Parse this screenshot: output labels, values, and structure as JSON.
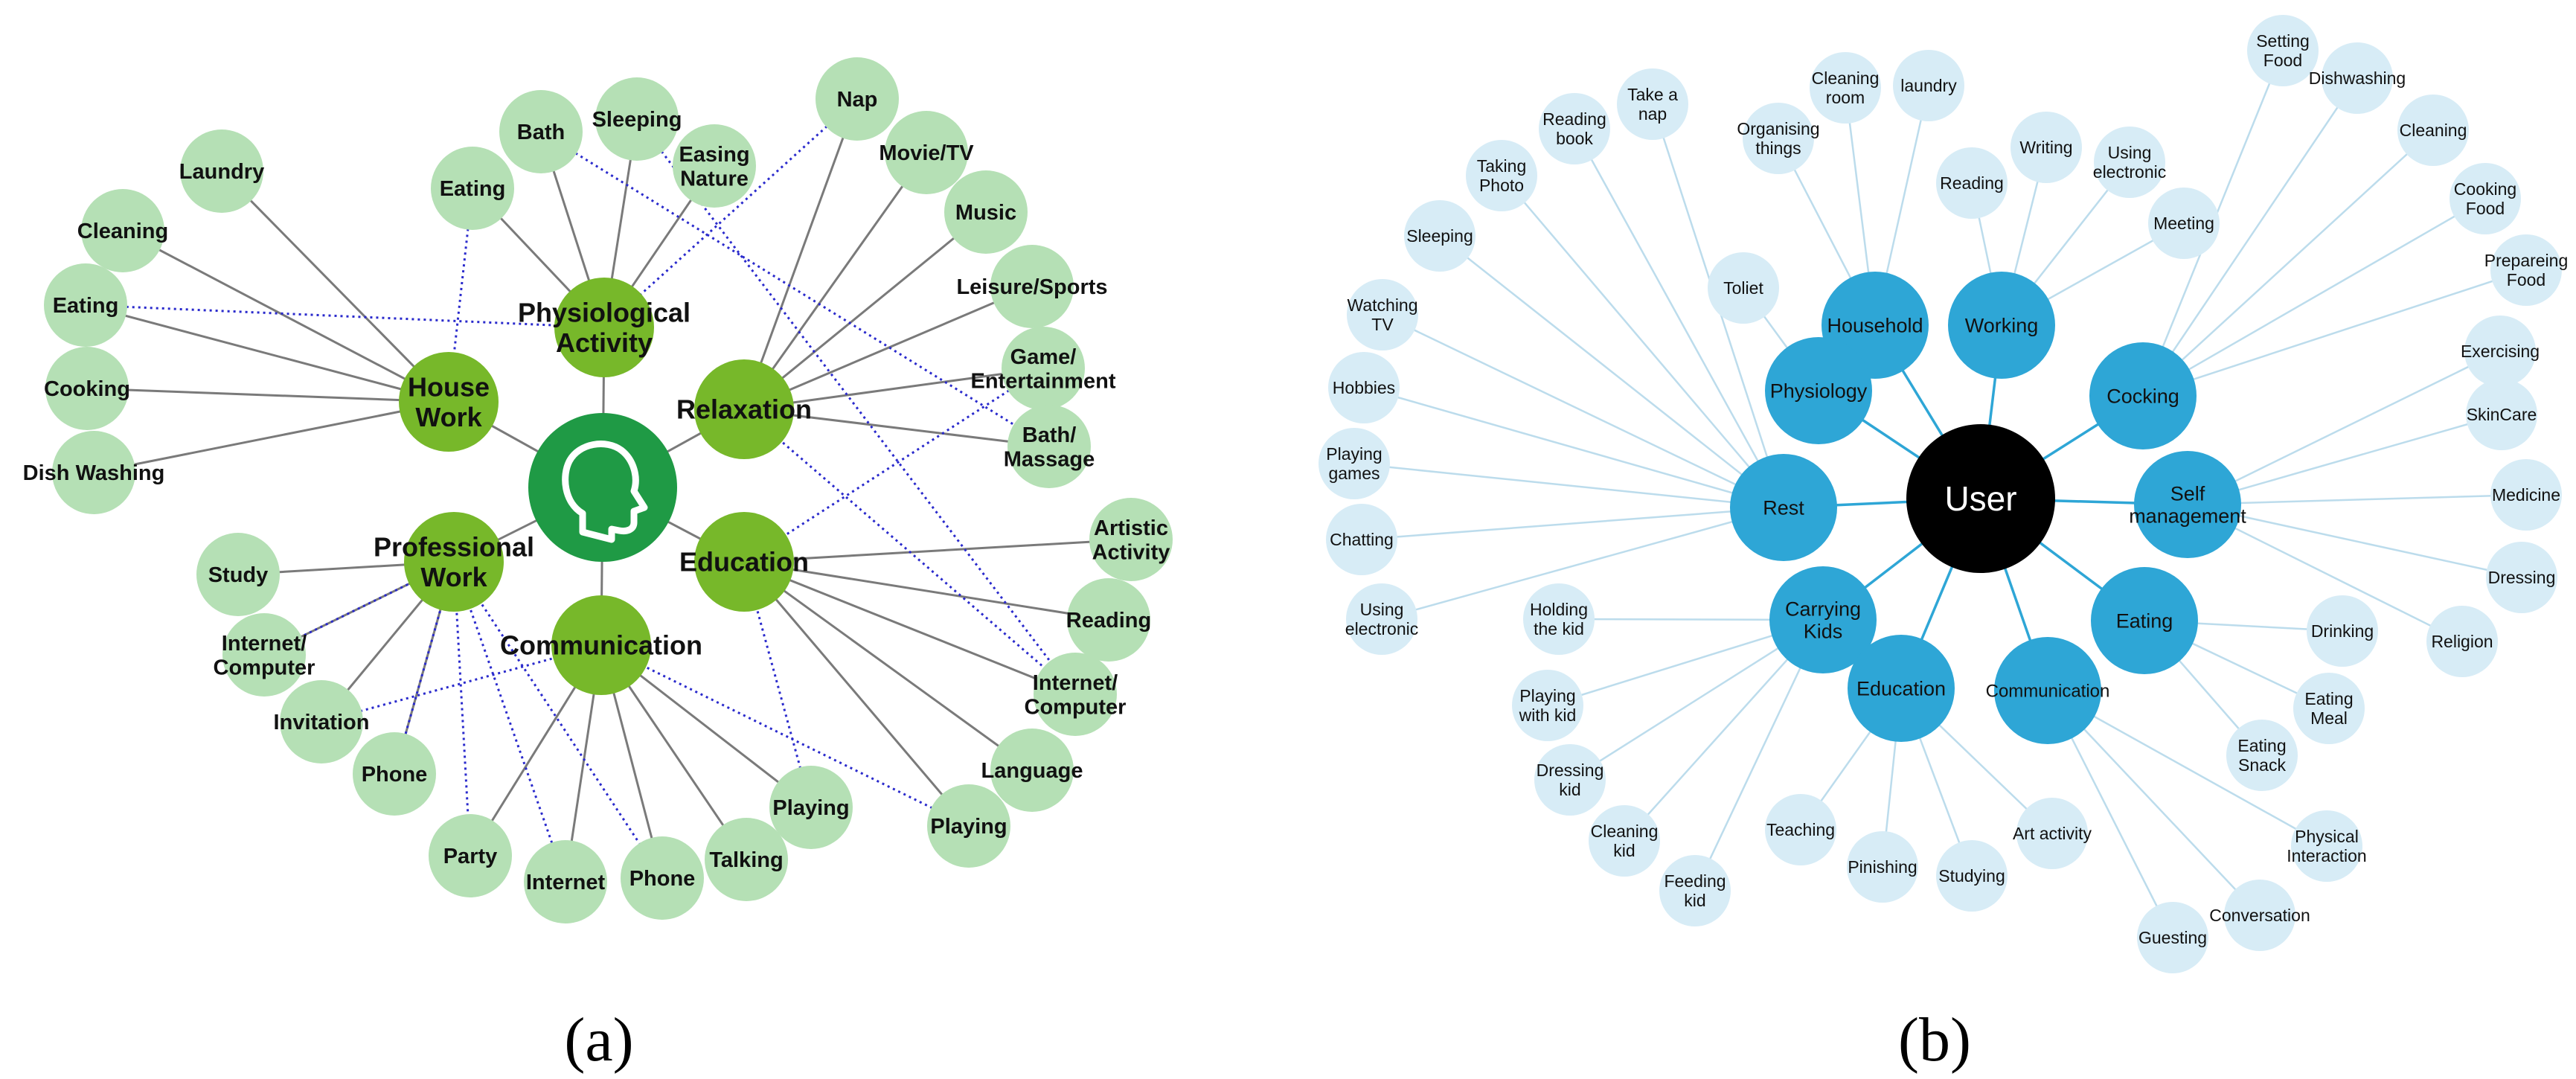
{
  "panel_a": {
    "caption": "(a)",
    "center_icon": "head-profile-icon",
    "categories": {
      "physio": [
        "Physiological",
        "Activity"
      ],
      "house": [
        "House",
        "Work"
      ],
      "relax": [
        "Relaxation"
      ],
      "prof": [
        "Professional",
        "Work"
      ],
      "edu": [
        "Education"
      ],
      "comm": [
        "Communication"
      ]
    },
    "leaves": {
      "laundry": [
        "Laundry"
      ],
      "cleaning": [
        "Cleaning"
      ],
      "eatingH": [
        "Eating"
      ],
      "cooking": [
        "Cooking"
      ],
      "dishwashing": [
        "Dish Washing"
      ],
      "eatingP": [
        "Eating"
      ],
      "bath": [
        "Bath"
      ],
      "sleeping": [
        "Sleeping"
      ],
      "easing": [
        "Easing",
        "Nature"
      ],
      "nap": [
        "Nap"
      ],
      "movie": [
        "Movie/TV"
      ],
      "music": [
        "Music"
      ],
      "leisure": [
        "Leisure/Sports"
      ],
      "game": [
        "Game/",
        "Entertainment"
      ],
      "bathmassage": [
        "Bath/",
        "Massage"
      ],
      "artistic": [
        "Artistic",
        "Activity"
      ],
      "readingA": [
        "Reading"
      ],
      "internetE": [
        "Internet/",
        "Computer"
      ],
      "language": [
        "Language"
      ],
      "playingE": [
        "Playing"
      ],
      "playingC": [
        "Playing"
      ],
      "talking": [
        "Talking"
      ],
      "phoneC": [
        "Phone"
      ],
      "internetC": [
        "Internet"
      ],
      "party": [
        "Party"
      ],
      "phoneP": [
        "Phone"
      ],
      "invitation": [
        "Invitation"
      ],
      "internetP": [
        "Internet/",
        "Computer"
      ],
      "study": [
        "Study"
      ]
    }
  },
  "panel_b": {
    "caption": "(b)",
    "center": "User",
    "categories": {
      "household": [
        "Household"
      ],
      "working": [
        "Working"
      ],
      "physiology": [
        "Physiology"
      ],
      "cocking": [
        "Cocking"
      ],
      "rest": [
        "Rest"
      ],
      "self": [
        "Self",
        "management"
      ],
      "carrying": [
        "Carrying",
        "Kids"
      ],
      "eatingB": [
        "Eating"
      ],
      "education": [
        "Education"
      ],
      "communication": [
        "Communication"
      ]
    },
    "leaves": {
      "takeNap": [
        "Take a",
        "nap"
      ],
      "readingBook": [
        "Reading",
        "book"
      ],
      "takingPhoto": [
        "Taking",
        "Photo"
      ],
      "sleepingB": [
        "Sleeping"
      ],
      "watchingTV": [
        "Watching",
        "TV"
      ],
      "hobbies": [
        "Hobbies"
      ],
      "playingGames": [
        "Playing",
        "games"
      ],
      "chatting": [
        "Chatting"
      ],
      "usingElecRest": [
        "Using",
        "electronic"
      ],
      "toliet": [
        "Toliet"
      ],
      "organising": [
        "Organising",
        "things"
      ],
      "cleaningRoom": [
        "Cleaning",
        "room"
      ],
      "laundryB": [
        "laundry"
      ],
      "readingW": [
        "Reading"
      ],
      "writing": [
        "Writing"
      ],
      "usingElecW": [
        "Using",
        "electronic"
      ],
      "meeting": [
        "Meeting"
      ],
      "settingFood": [
        "Setting",
        "Food"
      ],
      "dishwashingB": [
        "Dishwashing"
      ],
      "cleaningB": [
        "Cleaning"
      ],
      "cookingFood": [
        "Cooking",
        "Food"
      ],
      "preparing": [
        "Prepareing",
        "Food"
      ],
      "exercising": [
        "Exercising"
      ],
      "skincare": [
        "SkinCare"
      ],
      "medicine": [
        "Medicine"
      ],
      "dressing": [
        "Dressing"
      ],
      "religion": [
        "Religion"
      ],
      "drinking": [
        "Drinking"
      ],
      "eatingMeal": [
        "Eating",
        "Meal"
      ],
      "eatingSnack": [
        "Eating",
        "Snack"
      ],
      "physInteraction": [
        "Physical",
        "Interaction"
      ],
      "conversation": [
        "Conversation"
      ],
      "guesting": [
        "Guesting"
      ],
      "artActivity": [
        "Art activity"
      ],
      "studying": [
        "Studying"
      ],
      "pinishing": [
        "Pinishing"
      ],
      "teaching": [
        "Teaching"
      ],
      "feedingKid": [
        "Feeding",
        "kid"
      ],
      "cleaningKid": [
        "Cleaning",
        "kid"
      ],
      "dressingKid": [
        "Dressing",
        "kid"
      ],
      "playingKid": [
        "Playing",
        "with kid"
      ],
      "holdingKid": [
        "Holding",
        "the kid"
      ]
    }
  },
  "colors": {
    "a_category": "#77b82a",
    "a_center": "#1f9a45",
    "a_leaf": "#b5e0b5",
    "a_edge": "#7a7a7a",
    "a_arrow": "#2a2acc",
    "b_center": "#000000",
    "b_category": "#2ea6d6",
    "b_leaf": "#d7ecf6",
    "b_edge": "#bcdcec",
    "b_edge_main": "#2ea6d6"
  }
}
